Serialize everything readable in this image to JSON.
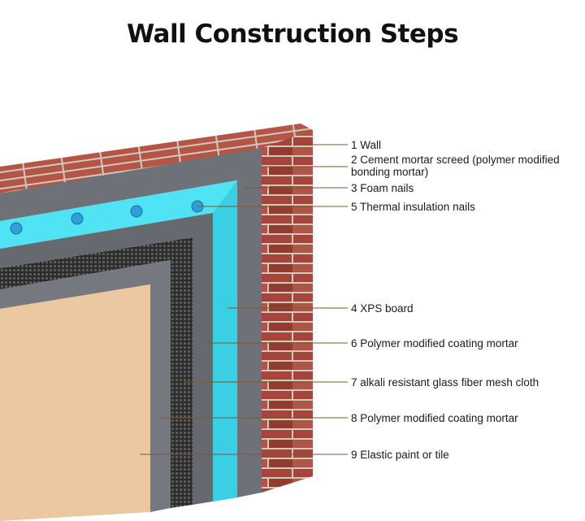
{
  "title": "Wall Construction Steps",
  "colors": {
    "brick": "#a8463a",
    "mortar": "#d8d4cc",
    "grey_mortar": "#6e7178",
    "xps": "#4fe3f3",
    "mesh": "#2a2a2a",
    "paint": "#ecc8a0",
    "leader": "#7a5a2a"
  },
  "labels": [
    {
      "id": "wall",
      "lines": [
        "1 Wall"
      ]
    },
    {
      "id": "cement",
      "lines": [
        "2 Cement mortar screed (polymer modified",
        "bonding mortar)"
      ]
    },
    {
      "id": "foam-nails",
      "lines": [
        "3 Foam nails"
      ]
    },
    {
      "id": "thermal-nails",
      "lines": [
        "5 Thermal insulation nails"
      ]
    },
    {
      "id": "xps",
      "lines": [
        "4 XPS board"
      ]
    },
    {
      "id": "coating-6",
      "lines": [
        "6 Polymer modified coating mortar"
      ]
    },
    {
      "id": "mesh",
      "lines": [
        "7 alkali resistant glass fiber mesh cloth"
      ]
    },
    {
      "id": "coating-8",
      "lines": [
        "8 Polymer modified coating mortar"
      ]
    },
    {
      "id": "paint",
      "lines": [
        "9 Elastic paint or tile"
      ]
    }
  ]
}
